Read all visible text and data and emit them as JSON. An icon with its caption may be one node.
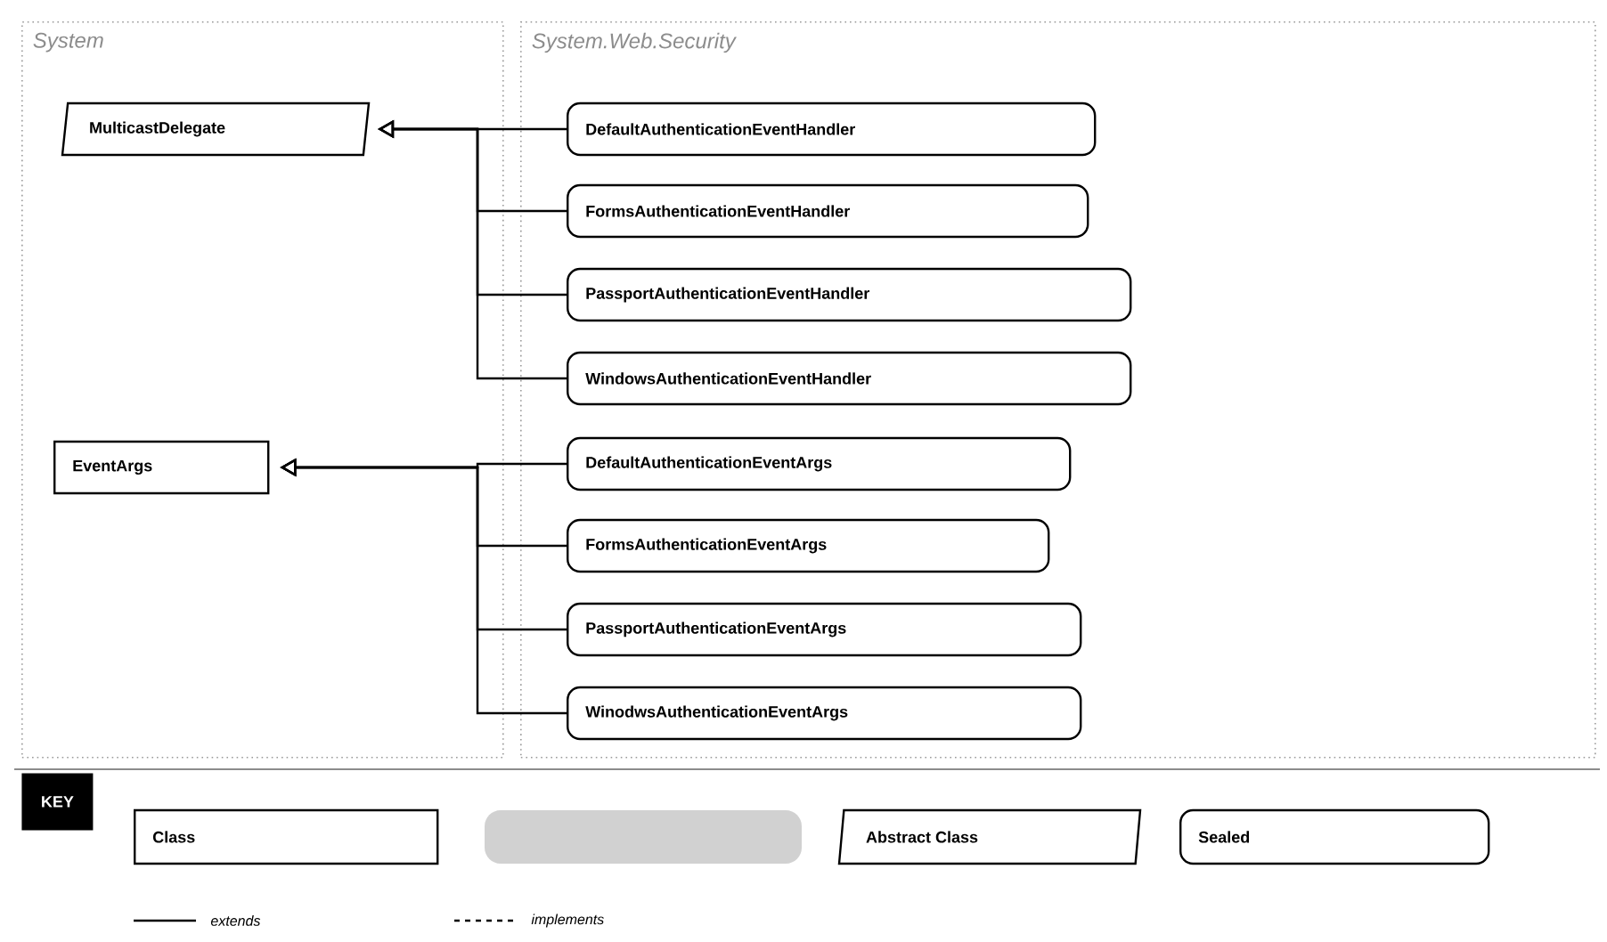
{
  "diagram": {
    "nodes": [
      {
        "text": [
          "System"
        ]
      },
      {
        "text": [
          "System.Web.Security"
        ]
      },
      {
        "text": [
          "MulticastDelegate"
        ],
        "in": 0
      },
      {
        "text": [
          "EventArgs"
        ],
        "in": 0
      },
      {
        "text": [
          "DefaultAuthenticationEventHandler"
        ],
        "in": 1
      },
      {
        "text": [
          "FormsAuthenticationEventHandler"
        ],
        "in": 1
      },
      {
        "text": [
          "PassportAuthenticationEventHandler"
        ],
        "in": 1
      },
      {
        "text": [
          "WindowsAuthenticationEventHandler"
        ],
        "in": 1
      },
      {
        "text": [
          "DefaultAuthenticationEventArgs"
        ],
        "in": 1
      },
      {
        "text": [
          "FormsAuthenticationEventArgs"
        ],
        "in": 1
      },
      {
        "text": [
          "PassportAuthenticationEventArgs"
        ],
        "in": 1
      },
      {
        "text": [
          "WinodwsAuthenticationEventArgs"
        ],
        "in": 1
      },
      {
        "text": [
          "KEY"
        ]
      },
      {
        "text": [
          "Class"
        ]
      },
      {
        "text": [],
        "shape": "box"
      },
      {
        "text": [
          "Abstract Class"
        ]
      },
      {
        "text": [
          "Sealed"
        ]
      }
    ],
    "edges": [
      {
        "from": 4,
        "to": 2,
        "arrow": "to"
      },
      {
        "from": 5,
        "to": 2,
        "arrow": "to"
      },
      {
        "from": 6,
        "to": 2,
        "arrow": "to"
      },
      {
        "from": 7,
        "to": 2,
        "arrow": "to"
      },
      {
        "from": 8,
        "to": 3,
        "arrow": "to"
      },
      {
        "from": 9,
        "to": 3,
        "arrow": "to"
      },
      {
        "from": 10,
        "to": 3,
        "arrow": "to"
      },
      {
        "from": 11,
        "to": 3,
        "arrow": "to"
      }
    ],
    "legend": [
      {
        "text": "extends"
      },
      {
        "text": "implements"
      }
    ]
  }
}
